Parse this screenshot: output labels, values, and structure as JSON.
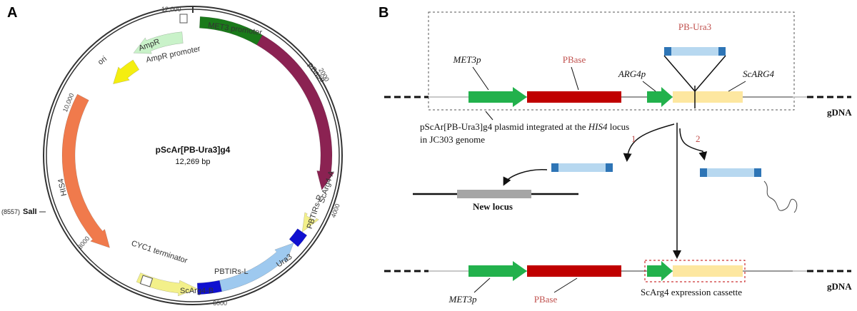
{
  "panel_a": {
    "letter": "A",
    "plasmid_name": "pScAr[PB-Ura3]g4",
    "plasmid_size": "12,269 bp",
    "ticks": [
      "12,000",
      "2000",
      "4000",
      "6000",
      "8000",
      "10,000"
    ],
    "sali_position": "(8557)",
    "sali_label": "SalI",
    "features": {
      "met3_promoter": "MET3 promoter",
      "pbase": "PBase",
      "scarg4_a": "ScArg4-A",
      "pbtirs_r": "PBTIRs-R",
      "ura3": "Ura3",
      "pbtirs_l": "PBTIRs-L",
      "scarg4_b": "ScArg4-B",
      "cyc1_terminator": "CYC1 terminator",
      "his4": "HIS4",
      "ori": "ori",
      "ampr": "AmpR",
      "ampr_promoter": "AmpR promoter"
    }
  },
  "panel_b": {
    "letter": "B",
    "pb_ura3": "PB-Ura3",
    "met3p": "MET3p",
    "pbase": "PBase",
    "arg4p": "ARG4p",
    "scarg4": "ScARG4",
    "gdna": "gDNA",
    "integration_line1": "pScAr[PB-Ura3]g4 plasmid integrated at the ",
    "integration_his4": "HIS4",
    "integration_line1_end": " locus",
    "integration_line2": "in JC303 genome",
    "path1": "1",
    "path2": "2",
    "new_locus": "New locus",
    "cassette": "ScArg4 expression cassette",
    "bottom_met3p": "MET3p",
    "bottom_pbase": "PBase",
    "bottom_gdna": "gDNA"
  },
  "colors": {
    "met3_green": "#1a7a1a",
    "pbase_maroon": "#8b2252",
    "ura3_blue": "#9ec9ef",
    "pbtirs_navy": "#1010d0",
    "scarg4_yellow": "#f3f08a",
    "his4_orange": "#f07a4c",
    "ori_yellow": "#f4ee10",
    "ampr_green": "#c9f2c9",
    "arrow_green": "#22b14c",
    "box_red": "#c00000",
    "light_yellow": "#fde7a0",
    "light_blue": "#b7d8f0",
    "cap_blue": "#2e75b6",
    "label_red": "#c0504d"
  }
}
